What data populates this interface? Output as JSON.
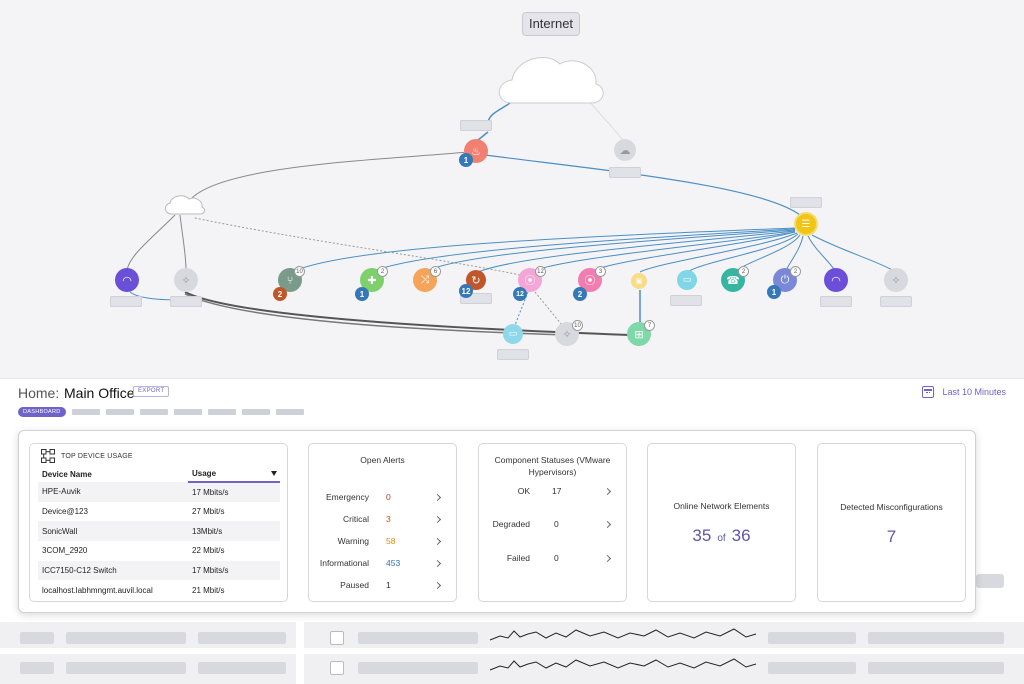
{
  "topology": {
    "internet_label": "Internet",
    "node_counts": [
      "1",
      "2",
      "1",
      "12",
      "2",
      "1"
    ],
    "node_badges": [
      "10",
      "2",
      "6",
      "12",
      "3",
      "2",
      "2",
      "10",
      "7"
    ]
  },
  "header": {
    "home_label": "Home:",
    "title": "Main Office",
    "export_label": "EXPORT",
    "time_range": "Last 10 Minutes",
    "active_tab": "DASHBOARD"
  },
  "top_device_usage": {
    "title": "TOP DEVICE USAGE",
    "columns": [
      "Device Name",
      "Usage"
    ],
    "rows": [
      {
        "name": "HPE-Auvik",
        "usage": "17 Mbits/s"
      },
      {
        "name": "Device@123",
        "usage": "27 Mbit/s"
      },
      {
        "name": "SonicWall",
        "usage": "13Mbit/s"
      },
      {
        "name": "3COM_2920",
        "usage": "22 Mbit/s"
      },
      {
        "name": "ICC7150-C12 Switch",
        "usage": "17 Mbits/s"
      },
      {
        "name": "localhost.labhmngmt.auvil.local",
        "usage": "21 Mbit/s"
      }
    ]
  },
  "open_alerts": {
    "title": "Open Alerts",
    "rows": [
      {
        "label": "Emergency",
        "value": "0",
        "color": "#c0392b"
      },
      {
        "label": "Critical",
        "value": "3",
        "color": "#d35400"
      },
      {
        "label": "Warning",
        "value": "58",
        "color": "#d68910"
      },
      {
        "label": "Informational",
        "value": "453",
        "color": "#2e6fb8"
      },
      {
        "label": "Paused",
        "value": "1",
        "color": "#333333"
      }
    ]
  },
  "component_statuses": {
    "title_line1": "Component Statuses (VMware",
    "title_line2": "Hypervisors)",
    "rows": [
      {
        "label": "OK",
        "value": "17"
      },
      {
        "label": "Degraded",
        "value": "0"
      },
      {
        "label": "Failed",
        "value": "0"
      }
    ]
  },
  "online_elements": {
    "title": "Online Network Elements",
    "online": "35",
    "of_label": "of",
    "total": "36"
  },
  "misconfigurations": {
    "title": "Detected Misconfigurations",
    "value": "7"
  },
  "colors": {
    "accent": "#6f63c8",
    "link_blue": "#4a90c8"
  }
}
